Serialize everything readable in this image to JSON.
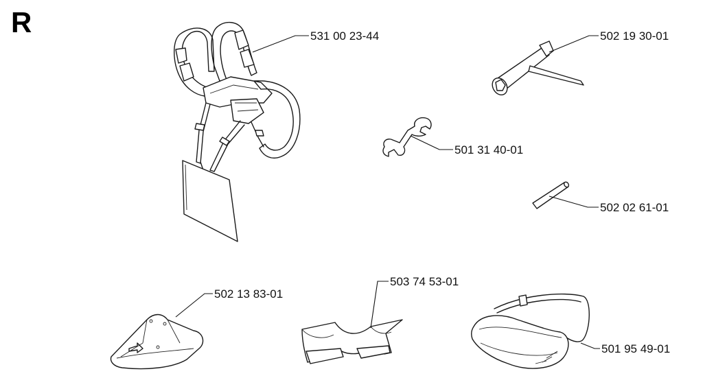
{
  "section": "R",
  "parts": {
    "harness": "531 00 23-44",
    "combination_spanner": "502 19 30-01",
    "open_wrench": "501 31 40-01",
    "pin": "502 02 61-01",
    "blade_guard": "502 13 83-01",
    "transport_guard": "503 74 53-01",
    "visor_goggles": "501 95 49-01"
  }
}
